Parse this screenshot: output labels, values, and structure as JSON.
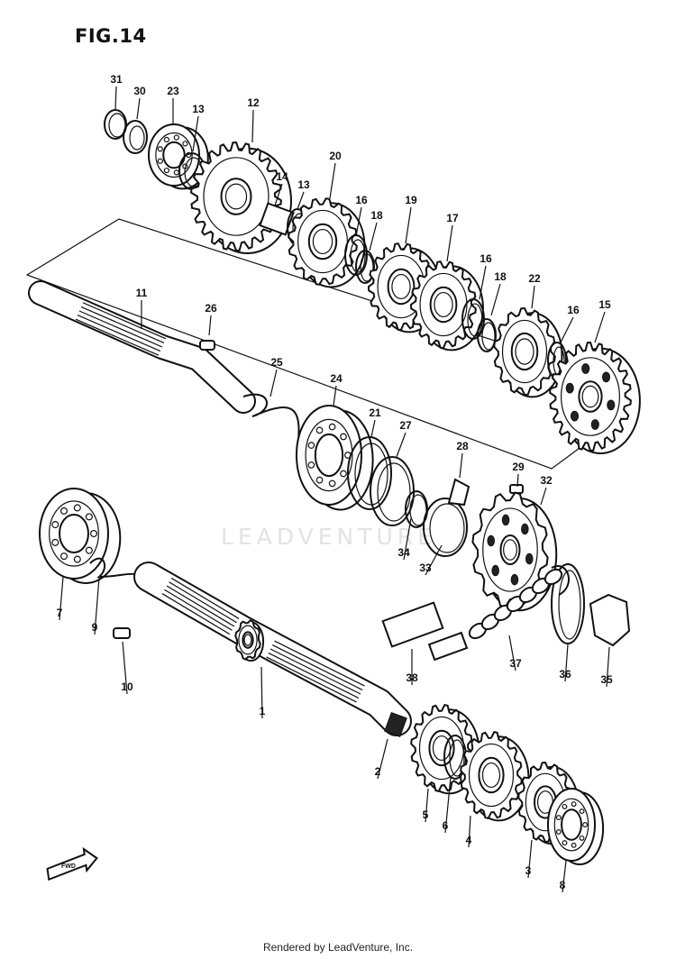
{
  "figure": {
    "title": "FIG.14"
  },
  "footer": {
    "text": "Rendered by LeadVenture, Inc."
  },
  "watermark": {
    "text": "LEADVENTURE"
  },
  "direction_mark": {
    "text": "FWD"
  },
  "callouts": [
    {
      "id": "31",
      "text": "31"
    },
    {
      "id": "30",
      "text": "30"
    },
    {
      "id": "23",
      "text": "23"
    },
    {
      "id": "13a",
      "text": "13"
    },
    {
      "id": "12",
      "text": "12"
    },
    {
      "id": "14",
      "text": "14"
    },
    {
      "id": "13b",
      "text": "13"
    },
    {
      "id": "20",
      "text": "20"
    },
    {
      "id": "16a",
      "text": "16"
    },
    {
      "id": "18a",
      "text": "18"
    },
    {
      "id": "19",
      "text": "19"
    },
    {
      "id": "17",
      "text": "17"
    },
    {
      "id": "16b",
      "text": "16"
    },
    {
      "id": "18b",
      "text": "18"
    },
    {
      "id": "22",
      "text": "22"
    },
    {
      "id": "16c",
      "text": "16"
    },
    {
      "id": "15",
      "text": "15"
    },
    {
      "id": "11",
      "text": "11"
    },
    {
      "id": "26",
      "text": "26"
    },
    {
      "id": "25",
      "text": "25"
    },
    {
      "id": "24",
      "text": "24"
    },
    {
      "id": "21",
      "text": "21"
    },
    {
      "id": "27",
      "text": "27"
    },
    {
      "id": "28",
      "text": "28"
    },
    {
      "id": "29",
      "text": "29"
    },
    {
      "id": "32",
      "text": "32"
    },
    {
      "id": "34",
      "text": "34"
    },
    {
      "id": "33",
      "text": "33"
    },
    {
      "id": "7",
      "text": "7"
    },
    {
      "id": "9",
      "text": "9"
    },
    {
      "id": "10",
      "text": "10"
    },
    {
      "id": "1",
      "text": "1"
    },
    {
      "id": "38",
      "text": "38"
    },
    {
      "id": "37",
      "text": "37"
    },
    {
      "id": "36",
      "text": "36"
    },
    {
      "id": "35",
      "text": "35"
    },
    {
      "id": "2",
      "text": "2"
    },
    {
      "id": "5",
      "text": "5"
    },
    {
      "id": "6",
      "text": "6"
    },
    {
      "id": "4",
      "text": "4"
    },
    {
      "id": "3",
      "text": "3"
    },
    {
      "id": "8",
      "text": "8"
    }
  ]
}
